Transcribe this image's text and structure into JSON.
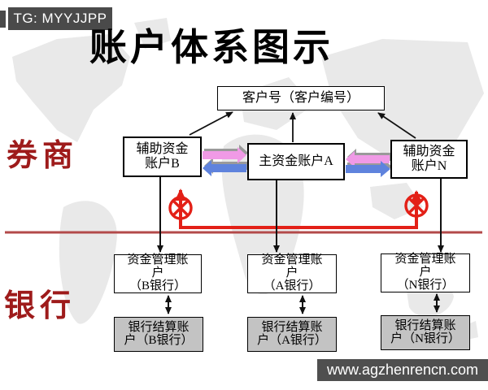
{
  "badge": {
    "label": "TG: MYYJJPP"
  },
  "title": "账户体系图示",
  "section_labels": {
    "broker": "券商",
    "bank": "银行"
  },
  "nodes": {
    "customer": "客户号（客户编号）",
    "aux_b": "辅助资金\n账户B",
    "main_a": "主资金账户A",
    "aux_n": "辅助资金\n账户N",
    "mgmt_b": "资金管理账\n户\n（B银行）",
    "mgmt_a": "资金管理账\n户\n（A银行）",
    "mgmt_n": "资金管理账\n户\n（N银行）",
    "settle_b": "银行结算账\n户（B银行）",
    "settle_a": "银行结算账\n户（A银行）",
    "settle_n": "银行结算账\n户（N银行）"
  },
  "watermark": "www.agzhenrencn.com",
  "colors": {
    "accent_red": "#e32017",
    "separator_red": "#b34a4a",
    "label_red": "#9e1b1b",
    "arrow_pink": "#f09ae6",
    "arrow_blue": "#5f83dd",
    "badge_bg": "#4a4a4a",
    "settle_box_gray": "#c3c3c3"
  }
}
